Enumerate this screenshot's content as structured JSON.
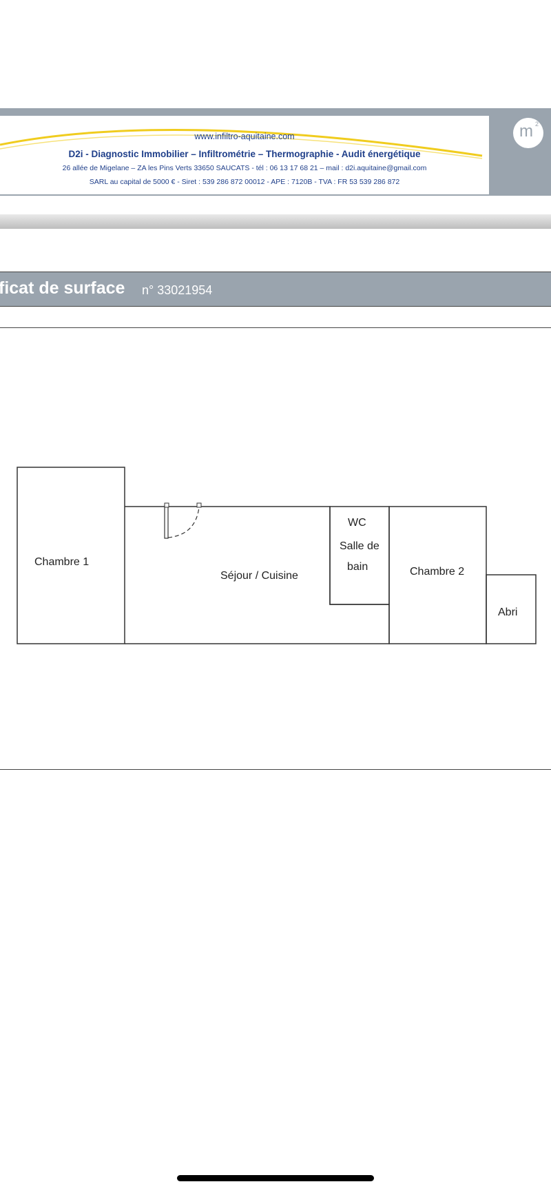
{
  "header": {
    "url": "www.infiltro-aquitaine.com",
    "company": "D2i  -  Diagnostic Immobilier  –  Infiltrométrie  –  Thermographie  -  Audit énergétique",
    "address": "26 allée de Migelane   –   ZA les Pins Verts 33650 SAUCATS   -   tél : 06 13 17 68 21   –  mail : d2i.aquitaine@gmail.com",
    "legal": "SARL au capital de 5000 €   -   Siret : 539 286 872 00012   -   APE : 7120B   -   TVA : FR 53 539 286 872",
    "logo_text": "m",
    "logo_sup": "2"
  },
  "title": {
    "main": "ficat de surface",
    "number": "n° 33021954"
  },
  "plan": {
    "rooms": {
      "chambre1": "Chambre 1",
      "sejour": "Séjour / Cuisine",
      "wc": "WC",
      "salle_de_bain_line1": "Salle de",
      "salle_de_bain_line2": "bain",
      "chambre2": "Chambre 2",
      "abri": "Abri"
    }
  },
  "colors": {
    "header_grey": "#9aa4ae",
    "text_blue": "#1f3f8a",
    "swoosh_yellow": "#f0cc1e"
  }
}
